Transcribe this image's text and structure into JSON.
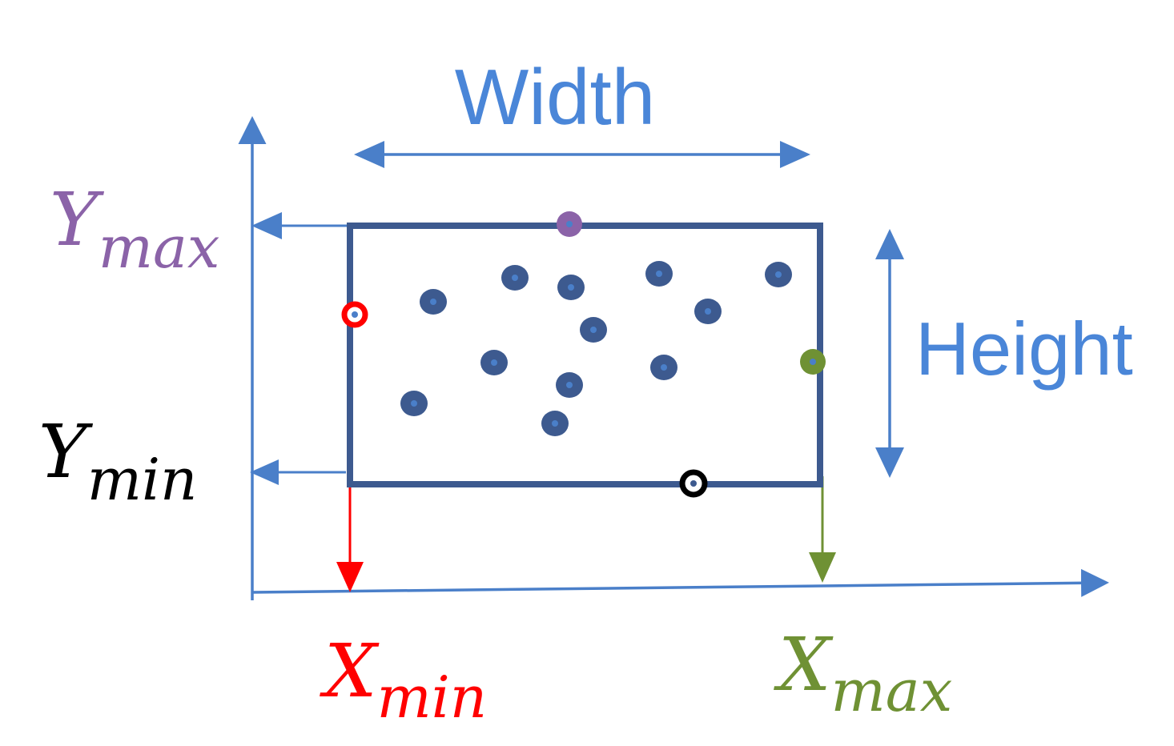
{
  "labels": {
    "width": "Width",
    "height": "Height",
    "ymax": {
      "base": "Y",
      "sub": "max"
    },
    "ymin": {
      "base": "Y",
      "sub": "min"
    },
    "xmin": {
      "base": "X",
      "sub": "min"
    },
    "xmax": {
      "base": "X",
      "sub": "max"
    }
  },
  "colors": {
    "axis": "#4a7fc9",
    "box": "#3d5a8f",
    "point": "#3d5a8f",
    "ymax": "#8b63a8",
    "ymin": "#000000",
    "xmin": "#ff0000",
    "xmax": "#6f9134",
    "label": "#4a86d8"
  }
}
